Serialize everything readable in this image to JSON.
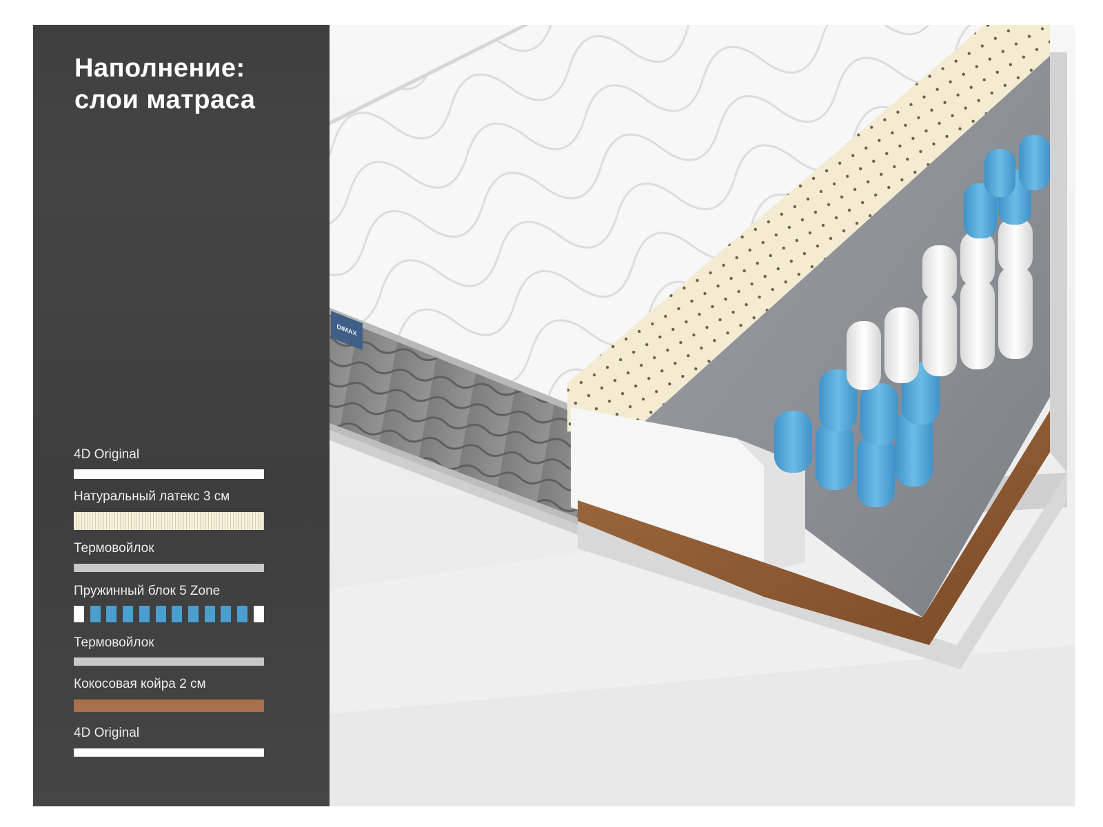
{
  "heading": {
    "line1": "Наполнение:",
    "line2": "слои матраса"
  },
  "layers": [
    {
      "label": "4D Original",
      "color": "#ffffff",
      "pattern": "solid"
    },
    {
      "label": "Натуральный латекс 3 см",
      "color": "#f3edd8",
      "pattern": "striped"
    },
    {
      "label": "Термовойлок",
      "color": "#c8c8c8",
      "pattern": "solid"
    },
    {
      "label": "Пружинный блок 5 Zone",
      "color": "#4a9fd0",
      "pattern": "cells"
    },
    {
      "label": "Термовойлок",
      "color": "#c8c8c8",
      "pattern": "solid"
    },
    {
      "label": "Кокосовая койра 2 см",
      "color": "#a8704a",
      "pattern": "solid"
    },
    {
      "label": "4D Original",
      "color": "#ffffff",
      "pattern": "solid"
    }
  ],
  "brand_label": "DIMAX",
  "colors": {
    "panel": "#414141",
    "spring_blue": "#4a9fd0",
    "spring_white": "#f2f2f2",
    "latex": "#f3ecd3",
    "coir": "#8c5a33",
    "felt": "#8d8f94",
    "side_fabric": "#8a8a8a"
  }
}
